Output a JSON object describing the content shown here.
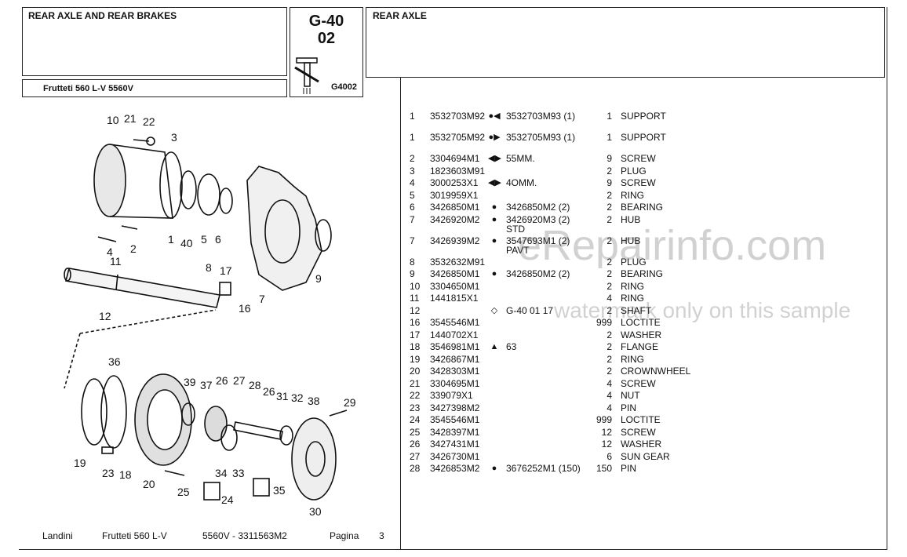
{
  "header": {
    "left_title": "REAR AXLE AND REAR BRAKES",
    "model": "Frutteti 560 L-V  5560V",
    "group_code_line1": "G-40",
    "group_code_line2": "02",
    "group_sub": "G4002",
    "right_title": "REAR AXLE"
  },
  "parts": [
    {
      "no": "1",
      "part": "3532703M92",
      "sym": "●◀",
      "alt": "3532703M93  (1)",
      "alt2": "",
      "qty": "1",
      "desc": "SUPPORT",
      "tall": true
    },
    {
      "no": "1",
      "part": "3532705M92",
      "sym": "●▶",
      "alt": "3532705M93  (1)",
      "alt2": "",
      "qty": "1",
      "desc": "SUPPORT",
      "tall": true
    },
    {
      "no": "2",
      "part": "3304694M1",
      "sym": "◀▶",
      "alt": "55MM.",
      "alt2": "",
      "qty": "9",
      "desc": "SCREW"
    },
    {
      "no": "3",
      "part": "1823603M91",
      "sym": "",
      "alt": "",
      "alt2": "",
      "qty": "2",
      "desc": "PLUG"
    },
    {
      "no": "4",
      "part": "3000253X1",
      "sym": "◀▶",
      "alt": "4OMM.",
      "alt2": "",
      "qty": "9",
      "desc": "SCREW"
    },
    {
      "no": "5",
      "part": "3019959X1",
      "sym": "",
      "alt": "",
      "alt2": "",
      "qty": "2",
      "desc": "RING"
    },
    {
      "no": "6",
      "part": "3426850M1",
      "sym": "●",
      "alt": "3426850M2  (2)",
      "alt2": "",
      "qty": "2",
      "desc": "BEARING"
    },
    {
      "no": "7",
      "part": "3426920M2",
      "sym": "●",
      "alt": "3426920M3  (2)",
      "alt2": "STD",
      "qty": "2",
      "desc": "HUB"
    },
    {
      "no": "7",
      "part": "3426939M2",
      "sym": "●",
      "alt": "3547693M1  (2)",
      "alt2": "PAVT",
      "qty": "2",
      "desc": "HUB"
    },
    {
      "no": "8",
      "part": "3532632M91",
      "sym": "",
      "alt": "",
      "alt2": "",
      "qty": "2",
      "desc": "PLUG"
    },
    {
      "no": "9",
      "part": "3426850M1",
      "sym": "●",
      "alt": "3426850M2  (2)",
      "alt2": "",
      "qty": "2",
      "desc": "BEARING"
    },
    {
      "no": "10",
      "part": "3304650M1",
      "sym": "",
      "alt": "",
      "alt2": "",
      "qty": "2",
      "desc": "RING"
    },
    {
      "no": "11",
      "part": "1441815X1",
      "sym": "",
      "alt": "",
      "alt2": "",
      "qty": "4",
      "desc": "RING"
    },
    {
      "no": "12",
      "part": "",
      "sym": "◇",
      "alt": "G-40 01 17",
      "alt2": "",
      "qty": "2",
      "desc": "SHAFT"
    },
    {
      "no": "16",
      "part": "3545546M1",
      "sym": "",
      "alt": "",
      "alt2": "",
      "qty": "999",
      "desc": "LOCTITE"
    },
    {
      "no": "17",
      "part": "1440702X1",
      "sym": "",
      "alt": "",
      "alt2": "",
      "qty": "2",
      "desc": "WASHER"
    },
    {
      "no": "18",
      "part": "3546981M1",
      "sym": "▲",
      "alt": "63",
      "alt2": "",
      "qty": "2",
      "desc": "FLANGE"
    },
    {
      "no": "19",
      "part": "3426867M1",
      "sym": "",
      "alt": "",
      "alt2": "",
      "qty": "2",
      "desc": "RING"
    },
    {
      "no": "20",
      "part": "3428303M1",
      "sym": "",
      "alt": "",
      "alt2": "",
      "qty": "2",
      "desc": "CROWNWHEEL"
    },
    {
      "no": "21",
      "part": "3304695M1",
      "sym": "",
      "alt": "",
      "alt2": "",
      "qty": "4",
      "desc": "SCREW"
    },
    {
      "no": "22",
      "part": "339079X1",
      "sym": "",
      "alt": "",
      "alt2": "",
      "qty": "4",
      "desc": "NUT"
    },
    {
      "no": "23",
      "part": "3427398M2",
      "sym": "",
      "alt": "",
      "alt2": "",
      "qty": "4",
      "desc": "PIN"
    },
    {
      "no": "24",
      "part": "3545546M1",
      "sym": "",
      "alt": "",
      "alt2": "",
      "qty": "999",
      "desc": "LOCTITE"
    },
    {
      "no": "25",
      "part": "3428397M1",
      "sym": "",
      "alt": "",
      "alt2": "",
      "qty": "12",
      "desc": "SCREW"
    },
    {
      "no": "26",
      "part": "3427431M1",
      "sym": "",
      "alt": "",
      "alt2": "",
      "qty": "12",
      "desc": "WASHER"
    },
    {
      "no": "27",
      "part": "3426730M1",
      "sym": "",
      "alt": "",
      "alt2": "",
      "qty": "6",
      "desc": "SUN GEAR"
    },
    {
      "no": "28",
      "part": "3426853M2",
      "sym": "●",
      "alt": "3676252M1  (150)",
      "alt2": "",
      "qty": "150",
      "desc": "PIN"
    }
  ],
  "diagram_labels": [
    "10",
    "21",
    "22",
    "3",
    "1",
    "40",
    "5",
    "6",
    "4",
    "2",
    "11",
    "8",
    "17",
    "9",
    "7",
    "12",
    "16",
    "36",
    "39",
    "37",
    "26",
    "27",
    "28",
    "26",
    "31",
    "32",
    "38",
    "29",
    "19",
    "23",
    "18",
    "20",
    "25",
    "34",
    "33",
    "24",
    "35",
    "30"
  ],
  "footer": {
    "brand": "Landini",
    "model": "Frutteti 560 L-V",
    "ref": "5560V - 3311563M2",
    "page_label": "Pagina",
    "page_no": "3"
  },
  "watermark": {
    "site": "eRepairinfo.com",
    "note": "watermark only on this sample"
  }
}
